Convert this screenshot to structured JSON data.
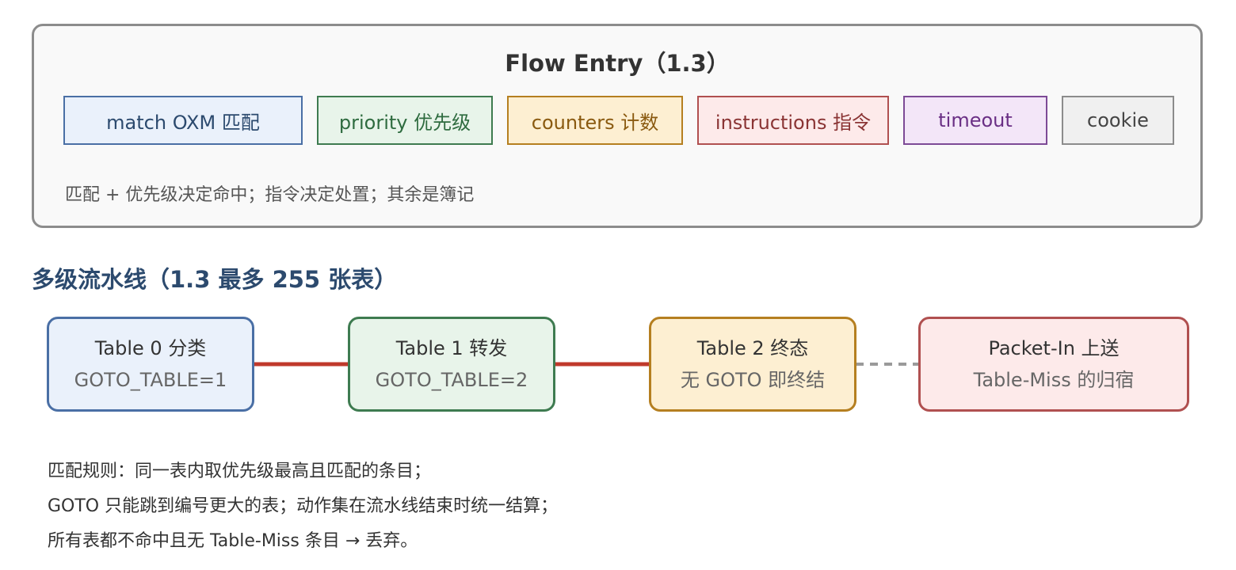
{
  "flow_entry": {
    "title": "Flow Entry（1.3）",
    "fields": [
      {
        "label": "match OXM 匹配",
        "border": "#4a6fa5",
        "bg": "#eaf1fb",
        "text": "#2c4a6e"
      },
      {
        "label": "priority 优先级",
        "border": "#3e7b50",
        "bg": "#e8f4ea",
        "text": "#2e6b3f"
      },
      {
        "label": "counters 计数",
        "border": "#b57f20",
        "bg": "#fdefd2",
        "text": "#8a5a10"
      },
      {
        "label": "instructions 指令",
        "border": "#b05050",
        "bg": "#fdeaea",
        "text": "#8a3434"
      },
      {
        "label": "timeout",
        "border": "#7d4a96",
        "bg": "#f3e6f8",
        "text": "#6a2f85"
      },
      {
        "label": "cookie",
        "border": "#8c8c8c",
        "bg": "#f0f0f0",
        "text": "#444444"
      }
    ],
    "note": "匹配 + 优先级决定命中；指令决定处置；其余是簿记"
  },
  "pipeline": {
    "title": "多级流水线（1.3 最多 255 张表）",
    "tables": [
      {
        "name": "Table 0 分类",
        "sub": "GOTO_TABLE=1",
        "border": "#4a6fa5",
        "bg": "#eaf1fb"
      },
      {
        "name": "Table 1 转发",
        "sub": "GOTO_TABLE=2",
        "border": "#3e7b50",
        "bg": "#e8f4ea"
      },
      {
        "name": "Table 2 终态",
        "sub": "无 GOTO 即终结",
        "border": "#b57f20",
        "bg": "#fdefd2"
      },
      {
        "name": "Packet-In 上送",
        "sub": "Table-Miss 的归宿",
        "border": "#b05050",
        "bg": "#fdeaea"
      }
    ],
    "connector_colors": {
      "goto": "#c0392b",
      "miss": "#9a9a9a"
    }
  },
  "rules": [
    "匹配规则：同一表内取优先级最高且匹配的条目；",
    "GOTO 只能跳到编号更大的表；动作集在流水线结束时统一结算；",
    "所有表都不命中且无 Table-Miss 条目 → 丢弃。"
  ]
}
